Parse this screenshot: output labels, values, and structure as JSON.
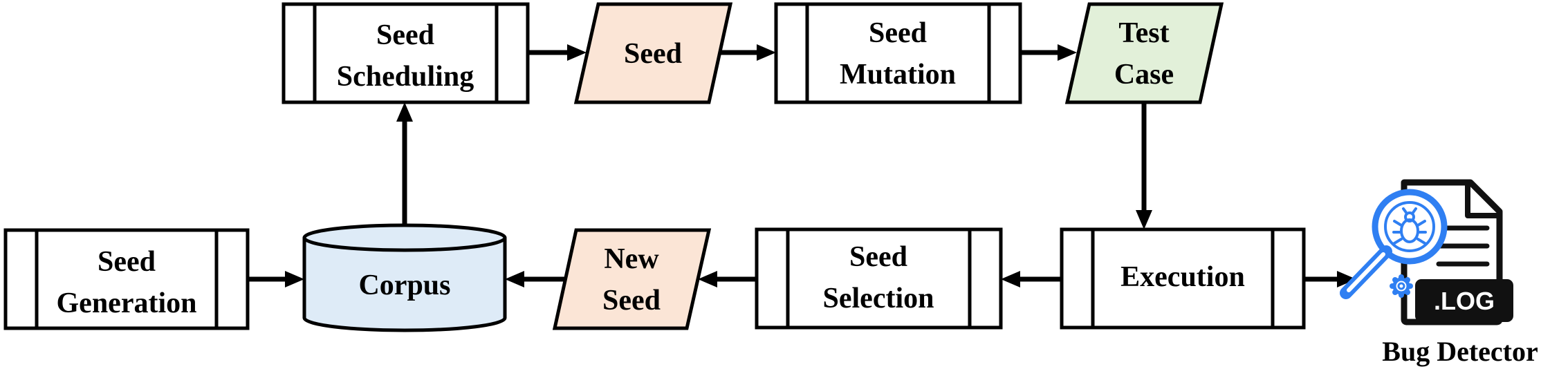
{
  "colors": {
    "seed_fill": "#fbe5d6",
    "test_case_fill": "#e2f0d9",
    "corpus_fill": "#deebf7",
    "stroke": "#000000",
    "icon_blue": "#2f7ff2",
    "icon_black": "#111111"
  },
  "nodes": {
    "seed_scheduling": {
      "line1": "Seed",
      "line2": "Scheduling"
    },
    "seed": {
      "label": "Seed"
    },
    "seed_mutation": {
      "line1": "Seed",
      "line2": "Mutation"
    },
    "test_case": {
      "line1": "Test",
      "line2": "Case"
    },
    "seed_generation": {
      "line1": "Seed",
      "line2": "Generation"
    },
    "corpus": {
      "label": "Corpus"
    },
    "new_seed": {
      "line1": "New",
      "line2": "Seed"
    },
    "seed_selection": {
      "line1": "Seed",
      "line2": "Selection"
    },
    "execution": {
      "label": "Execution"
    }
  },
  "bug_detector": {
    "label": "Bug Detector",
    "log_text": ".LOG",
    "icons": [
      "document-icon",
      "magnifier-icon",
      "bug-icon",
      "gear-icon"
    ]
  }
}
